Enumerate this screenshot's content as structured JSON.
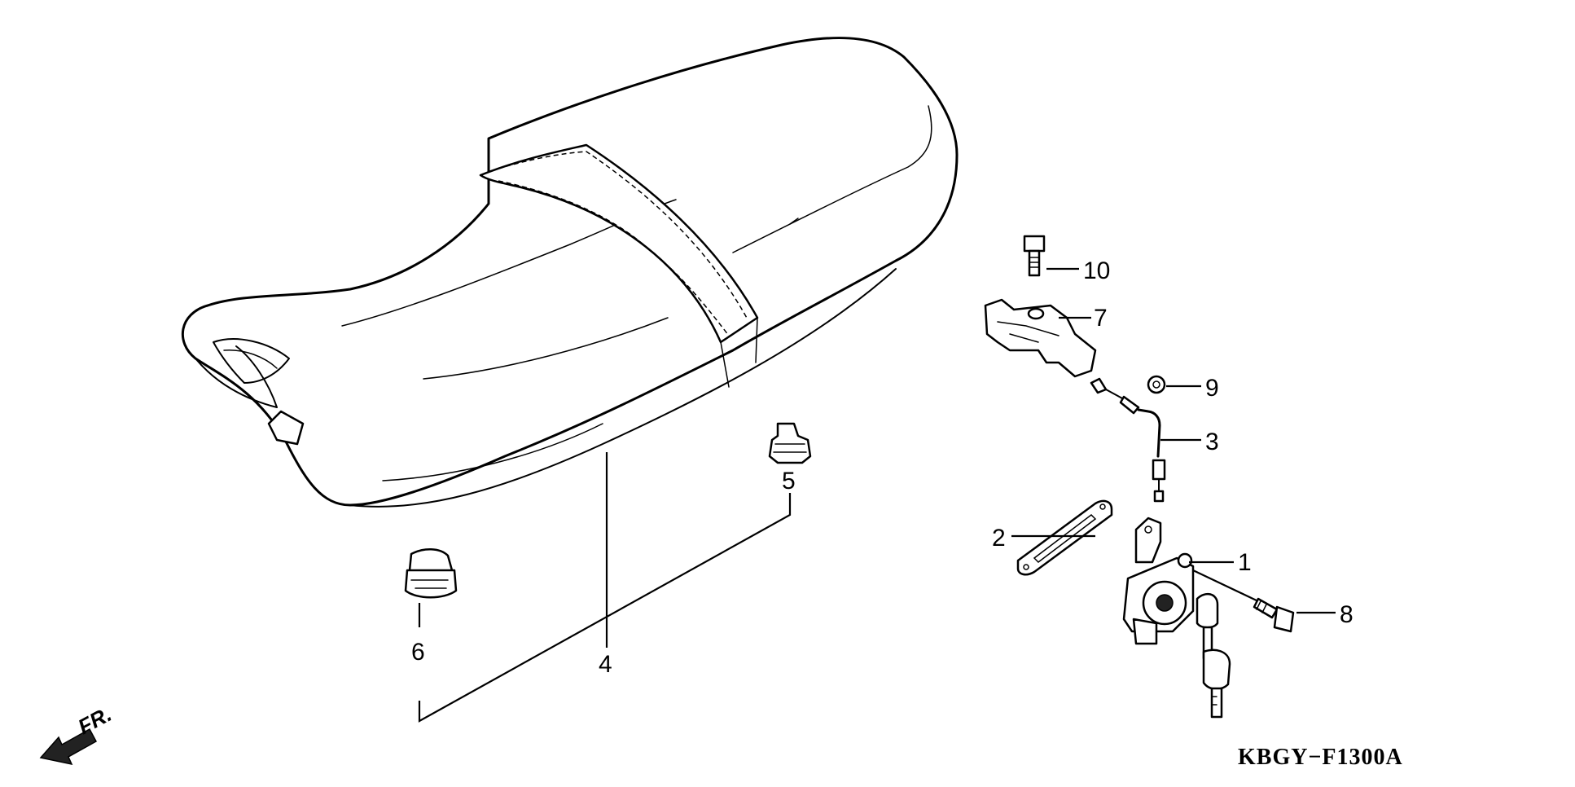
{
  "diagram": {
    "code": "KBGY−F1300A",
    "direction": "FR.",
    "callouts": {
      "c1": "1",
      "c2": "2",
      "c3": "3",
      "c4": "4",
      "c5": "5",
      "c6": "6",
      "c7": "7",
      "c8": "8",
      "c9": "9",
      "c10": "10"
    }
  }
}
